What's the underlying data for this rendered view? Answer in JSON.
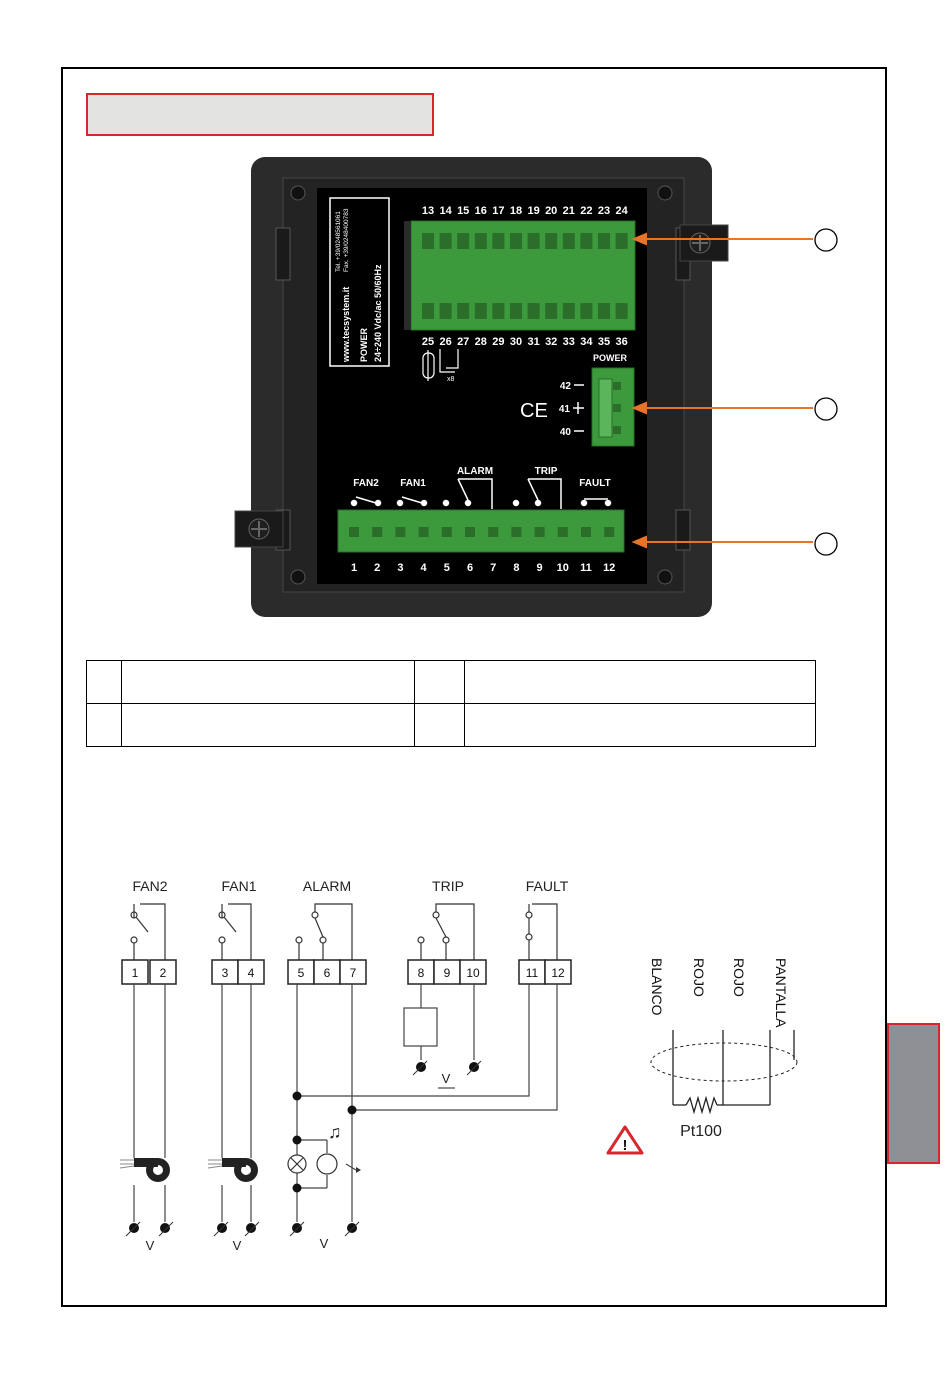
{
  "device": {
    "label_url": "www.tecsystem.it",
    "label_tel": "Tel. +39/0248561061",
    "label_fax": "Fax. +39/0248400783",
    "label_power_title": "POWER",
    "label_power_value": "24÷240 Vdc/ac 50/60Hz",
    "top_terminals": [
      "13",
      "14",
      "15",
      "16",
      "17",
      "18",
      "19",
      "20",
      "21",
      "22",
      "23",
      "24"
    ],
    "mid_terminals": [
      "25",
      "26",
      "27",
      "28",
      "29",
      "30",
      "31",
      "32",
      "33",
      "34",
      "35",
      "36"
    ],
    "sensor_multiplier": "x8",
    "power_header": "POWER",
    "power_terminals": [
      "42",
      "41",
      "40"
    ],
    "ce_mark": "CE",
    "relay_labels": [
      "FAN2",
      "FAN1",
      "ALARM",
      "TRIP",
      "FAULT"
    ],
    "bottom_terminals": [
      "1",
      "2",
      "3",
      "4",
      "5",
      "6",
      "7",
      "8",
      "9",
      "10",
      "11",
      "12"
    ]
  },
  "schematic": {
    "relay_labels": [
      "FAN2",
      "FAN1",
      "ALARM",
      "TRIP",
      "FAULT"
    ],
    "terminals": [
      "1",
      "2",
      "3",
      "4",
      "5",
      "6",
      "7",
      "8",
      "9",
      "10",
      "11",
      "12"
    ],
    "supply_label": "V",
    "probe_wires": [
      "BLANCO",
      "ROJO",
      "ROJO",
      "PANTALLA"
    ],
    "probe_label": "Pt100",
    "warning_symbol": "!"
  },
  "colors": {
    "title_fill": "#e3e3e1",
    "accent_red": "#d8262d",
    "callout_orange": "#e8742a",
    "terminal_green": "#3c9a3c",
    "device_body": "#2b2b2b",
    "side_tab": "#8f8f96"
  }
}
